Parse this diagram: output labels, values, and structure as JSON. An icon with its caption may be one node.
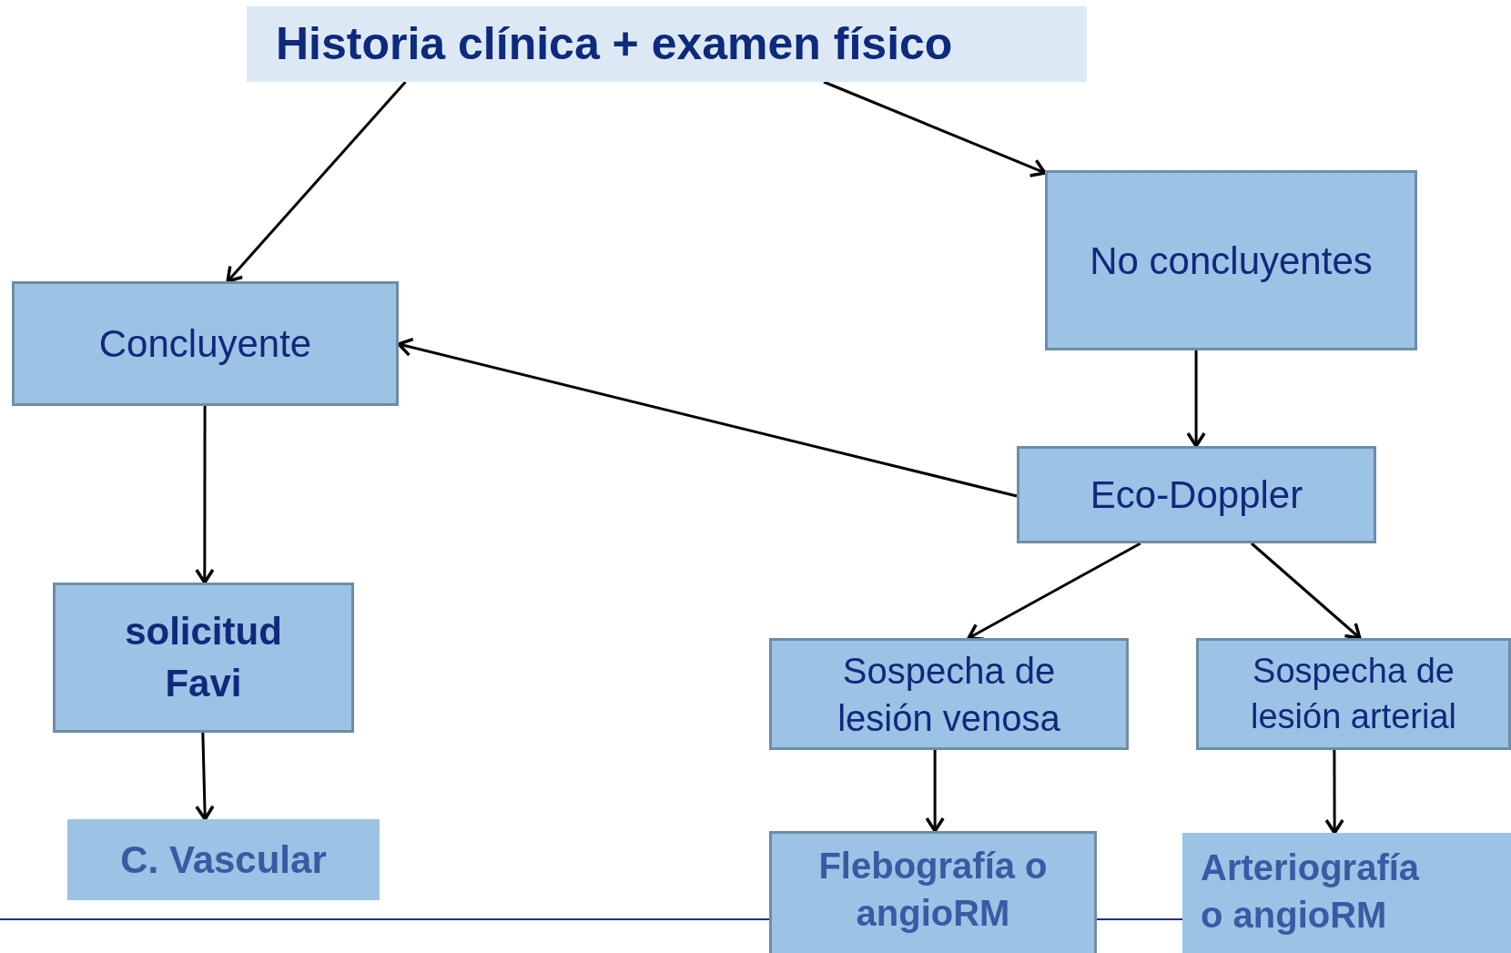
{
  "diagram": {
    "nodes": [
      {
        "text": [
          "Historia clínica + examen físico"
        ]
      },
      {
        "text": [
          "Concluyente"
        ]
      },
      {
        "text": [
          "No concluyentes"
        ]
      },
      {
        "text": [
          "Eco-Doppler"
        ]
      },
      {
        "text": [
          "solicitud Favi"
        ]
      },
      {
        "text": [
          "C. Vascular"
        ]
      },
      {
        "text": [
          "Sospecha de lesión venosa"
        ]
      },
      {
        "text": [
          "Sospecha de lesión arterial"
        ]
      },
      {
        "text": [
          "Flebografía o angioRM"
        ]
      },
      {
        "text": [
          "Arteriografía o  angioRM"
        ]
      }
    ],
    "edges": [
      {
        "from": 0,
        "to": 1,
        "arrow": "to"
      },
      {
        "from": 0,
        "to": 2,
        "arrow": "to"
      },
      {
        "from": 2,
        "to": 3,
        "arrow": "to"
      },
      {
        "from": 3,
        "to": 1,
        "arrow": "to"
      },
      {
        "from": 1,
        "to": 4,
        "arrow": "to"
      },
      {
        "from": 4,
        "to": 5,
        "arrow": "to"
      },
      {
        "from": 3,
        "to": 6,
        "arrow": "to"
      },
      {
        "from": 3,
        "to": 7,
        "arrow": "to"
      },
      {
        "from": 6,
        "to": 8,
        "arrow": "to"
      },
      {
        "from": 7,
        "to": 9,
        "arrow": "to"
      }
    ]
  }
}
